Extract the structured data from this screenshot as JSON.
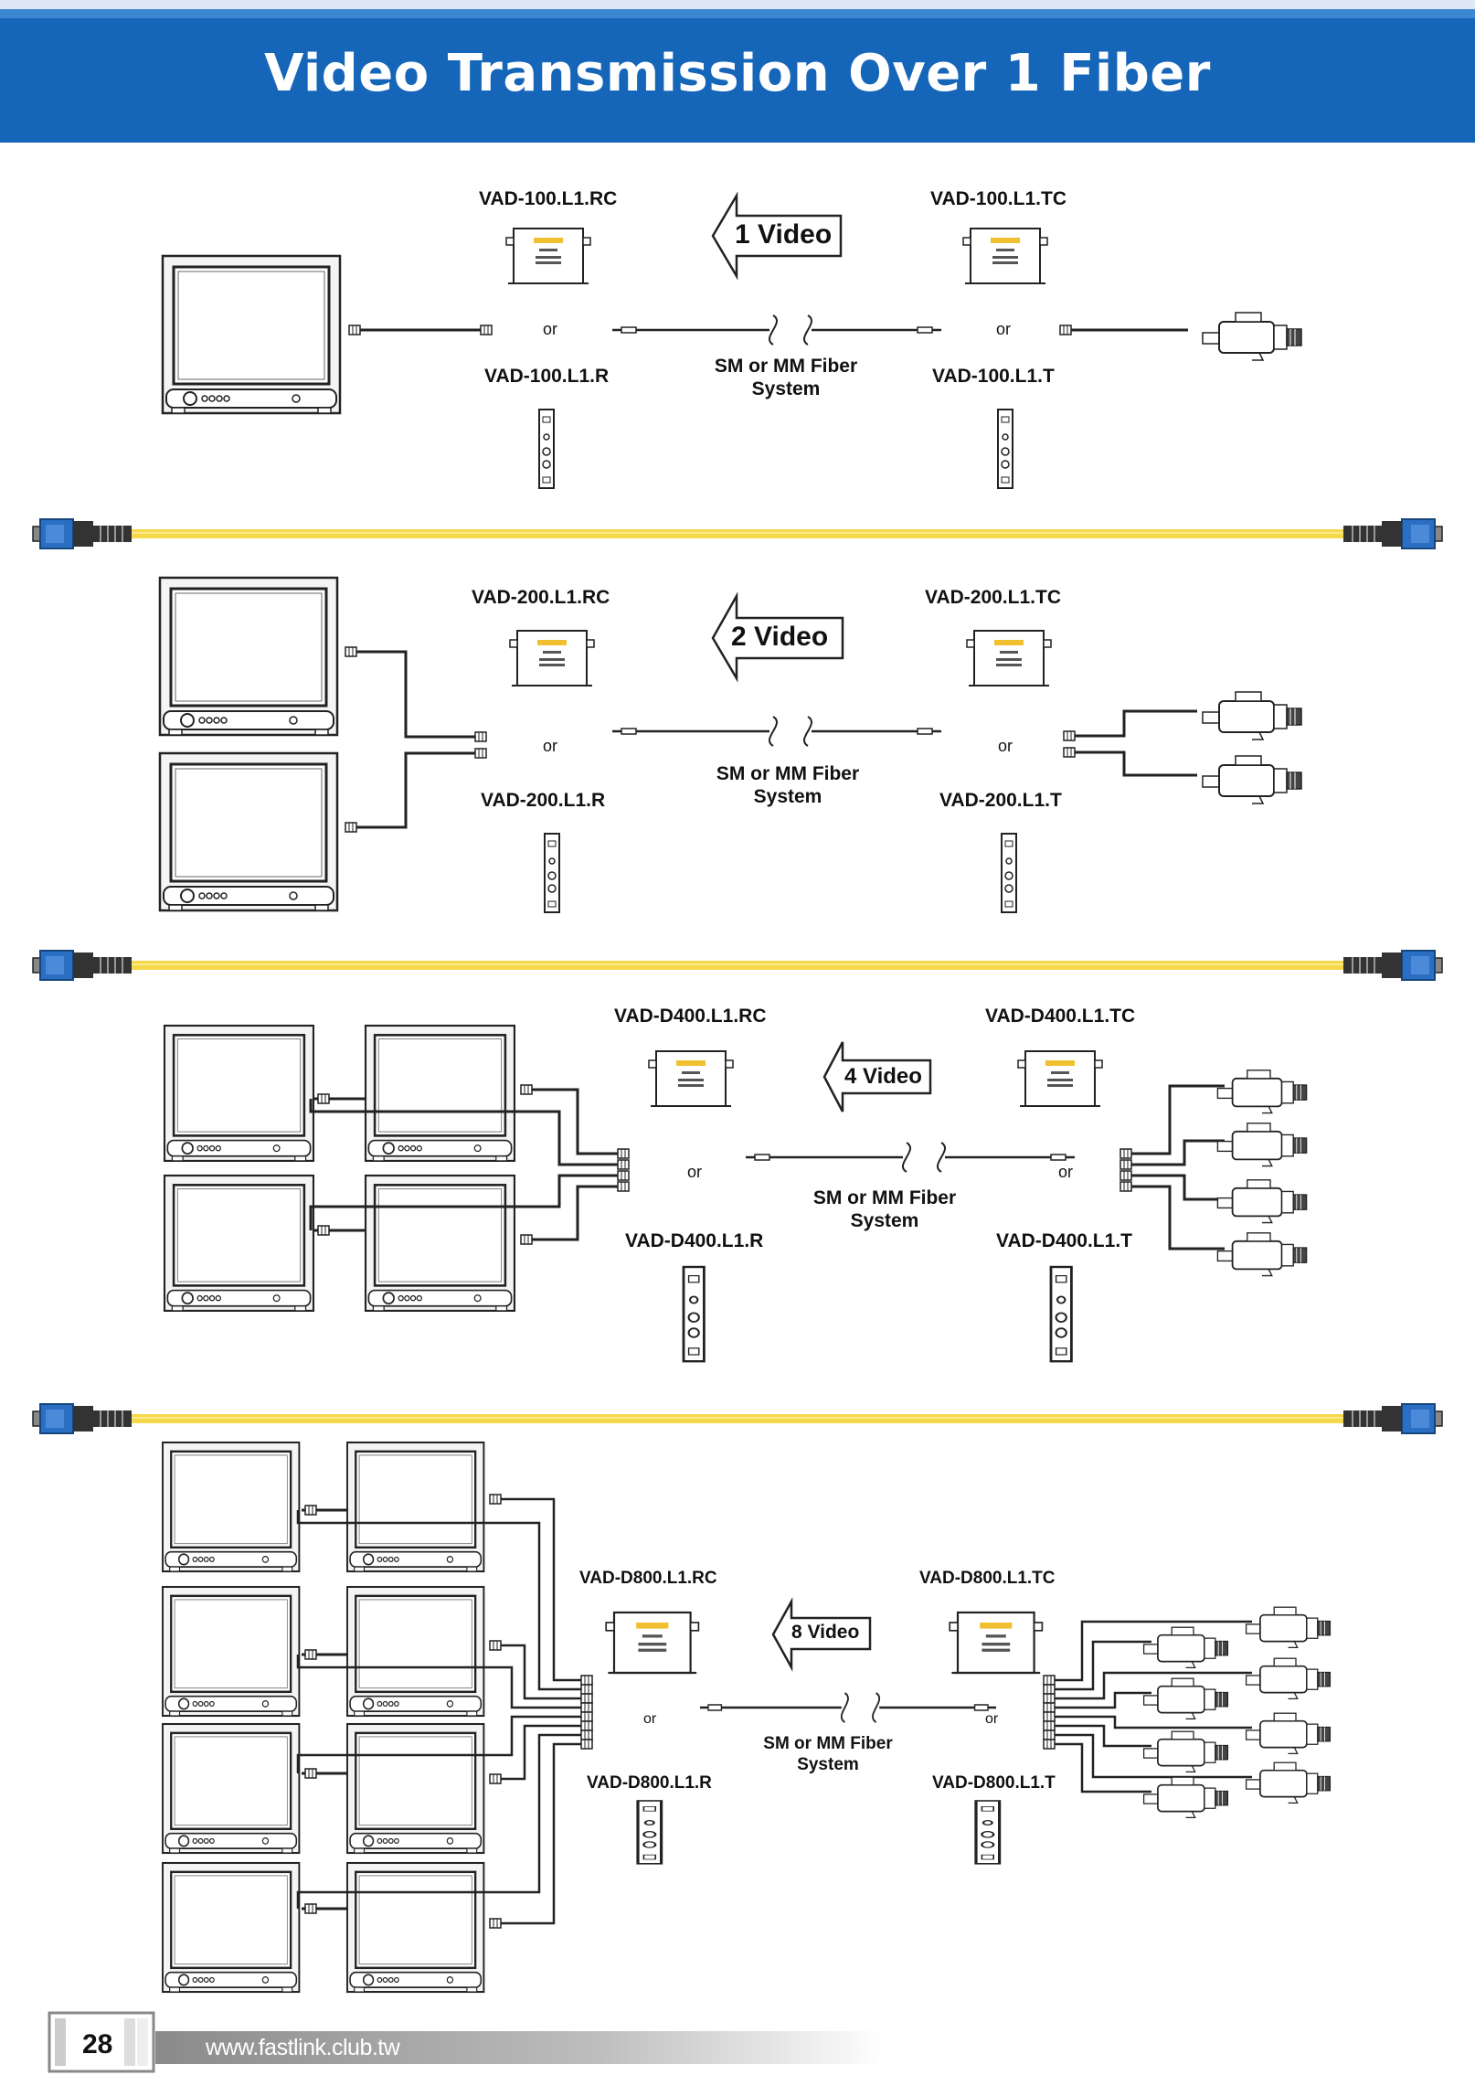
{
  "header": {
    "title": "Video Transmission Over 1 Fiber"
  },
  "sections": [
    {
      "arrow_label": "1 Video",
      "rc": "VAD-100.L1.RC",
      "r": "VAD-100.L1.R",
      "tc": "VAD-100.L1.TC",
      "t": "VAD-100.L1.T",
      "or_left": "or",
      "or_right": "or",
      "fiber_line1": "SM or MM Fiber",
      "fiber_line2": "System"
    },
    {
      "arrow_label": "2 Video",
      "rc": "VAD-200.L1.RC",
      "r": "VAD-200.L1.R",
      "tc": "VAD-200.L1.TC",
      "t": "VAD-200.L1.T",
      "or_left": "or",
      "or_right": "or",
      "fiber_line1": "SM or MM Fiber",
      "fiber_line2": "System"
    },
    {
      "arrow_label": "4 Video",
      "rc": "VAD-D400.L1.RC",
      "r": "VAD-D400.L1.R",
      "tc": "VAD-D400.L1.TC",
      "t": "VAD-D400.L1.T",
      "or_left": "or",
      "or_right": "or",
      "fiber_line1": "SM or MM Fiber",
      "fiber_line2": "System"
    },
    {
      "arrow_label": "8 Video",
      "rc": "VAD-D800.L1.RC",
      "r": "VAD-D800.L1.R",
      "tc": "VAD-D800.L1.TC",
      "t": "VAD-D800.L1.T",
      "or_left": "or",
      "or_right": "or",
      "fiber_line1": "SM or MM Fiber",
      "fiber_line2": "System"
    }
  ],
  "colors": {
    "header": "#1565b8",
    "fiber_cable": "#f6d94a",
    "connector": "#2a6fc4"
  },
  "footer": {
    "page_number": "28",
    "url": "www.fastlink.club.tw"
  }
}
